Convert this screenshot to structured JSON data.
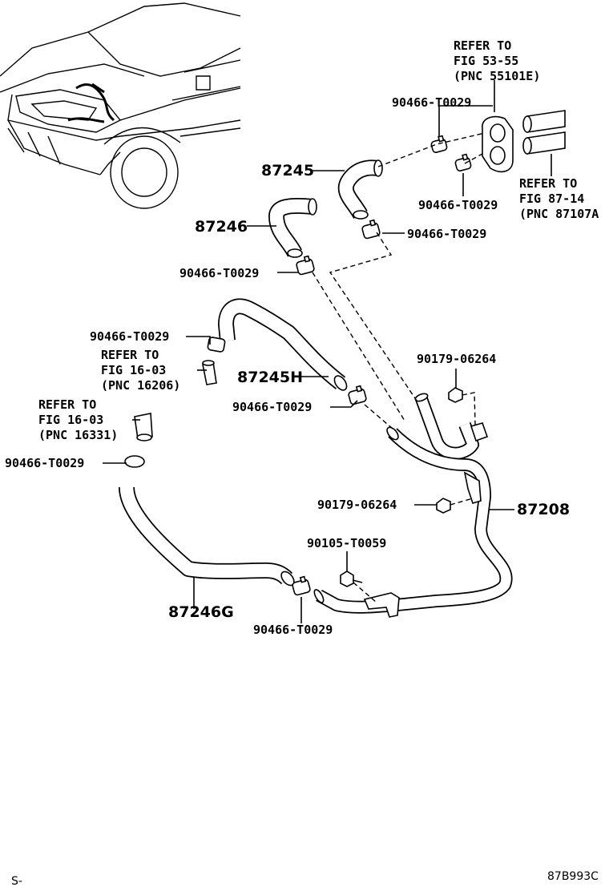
{
  "refer_notes": {
    "fig_53_55": [
      "REFER TO",
      "FIG 53-55",
      "(PNC 55101E)"
    ],
    "fig_87_14": [
      "REFER TO",
      "FIG 87-14",
      "(PNC 87107A"
    ],
    "fig_16_03_a": [
      "REFER TO",
      "FIG 16-03",
      "(PNC 16206)"
    ],
    "fig_16_03_b": [
      "REFER TO",
      "FIG 16-03",
      "(PNC 16331)"
    ]
  },
  "part_labels": {
    "clamp_top_upper": "90466-T0029",
    "clamp_top_lower": "90466-T0029",
    "clamp_right": "90466-T0029",
    "clamp_mid": "90466-T0029",
    "clamp_left_upper": "90466-T0029",
    "clamp_center": "90466-T0029",
    "clamp_left_lower": "90466-T0029",
    "clamp_bottom": "90466-T0029",
    "nut_upper": "90179-06264",
    "nut_lower": "90179-06264",
    "bolt": "90105-T0059"
  },
  "pnc_labels": {
    "hose_87245": "87245",
    "hose_87246": "87246",
    "hose_87245h": "87245H",
    "pipe_87208": "87208",
    "hose_87246g": "87246G"
  },
  "footer": {
    "left": "S-",
    "right": "87B993C"
  }
}
